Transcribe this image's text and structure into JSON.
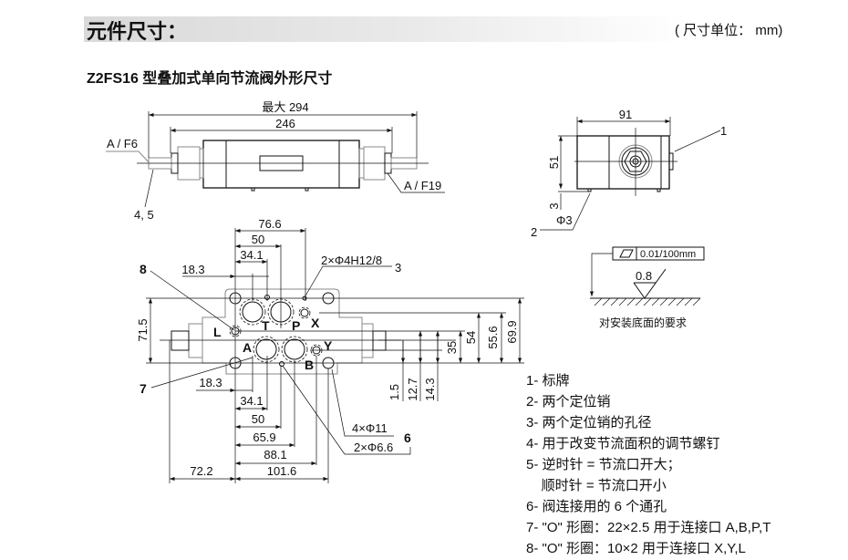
{
  "header": {
    "title": "元件尺寸：",
    "unit_note": "( 尺寸单位：  mm)"
  },
  "subtitle": "Z2FS16 型叠加式单向节流阀外形尺寸",
  "side_view": {
    "dim_max": "最大 294",
    "dim_body": "246",
    "af_left": "A / F6",
    "af_right": "A / F19",
    "callout_45": "4, 5"
  },
  "end_view": {
    "dim_width": "91",
    "dim_height": "51",
    "dim_pin": "3",
    "pin_dia": "Φ3",
    "callout_1": "1",
    "callout_2": "2"
  },
  "surface": {
    "flatness": "0.01/100mm",
    "roughness": "0.8",
    "caption": "对安装底面的要求"
  },
  "bottom_view": {
    "top_dims": [
      "76.6",
      "50",
      "34.1",
      "18.3"
    ],
    "bottom_dims": [
      "18.3",
      "34.1",
      "50",
      "65.9",
      "88.1",
      "101.6",
      "72.2"
    ],
    "right_dims": [
      "1.5",
      "12.7",
      "14.3",
      "35",
      "54",
      "55.6",
      "69.9"
    ],
    "left_dim": "71.5",
    "ports": {
      "L": "L",
      "T": "T",
      "P": "P",
      "X": "X",
      "A": "A",
      "B": "B",
      "Y": "Y"
    },
    "pin_hole": "2×Φ4H12/8",
    "callout_3": "3",
    "bolt_holes": "4×Φ11",
    "small_holes": "2×Φ6.6",
    "callout_6": "6",
    "callout_7": "7",
    "callout_8": "8"
  },
  "legend": [
    "1- 标牌",
    "2- 两个定位销",
    "3- 两个定位销的孔径",
    "4- 用于改变节流面积的调节螺钉",
    "5- 逆时针 = 节流口开大；",
    "    顺时针 = 节流口开小",
    "6- 阀连接用的 6 个通孔",
    "7- \"O\" 形圈：22×2.5 用于连接口 A,B,P,T",
    "8- \"O\" 形圈：10×2 用于连接口 X,Y,L"
  ]
}
